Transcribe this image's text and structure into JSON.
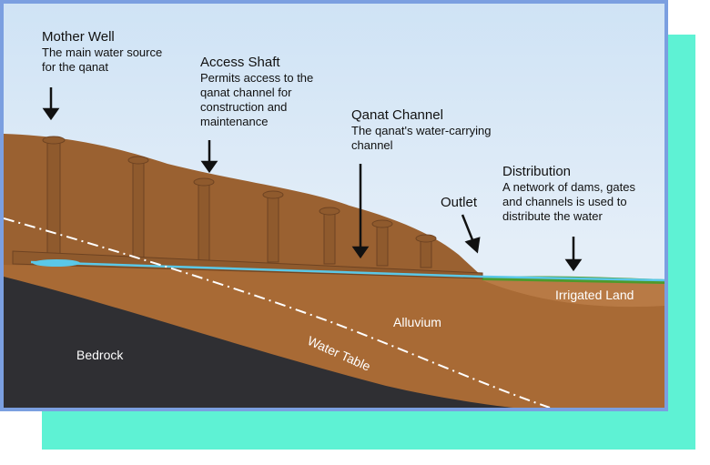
{
  "labels": {
    "mother_well": {
      "title": "Mother Well",
      "description": [
        "The main water source",
        "for the qanat"
      ]
    },
    "access_shaft": {
      "title": "Access Shaft",
      "description": [
        "Permits access to the",
        "qanat channel for",
        "construction and",
        "maintenance"
      ]
    },
    "qanat_channel": {
      "title": "Qanat Channel",
      "description": [
        "The qanat's water-carrying",
        "channel"
      ]
    },
    "outlet": {
      "title": "Outlet"
    },
    "distribution": {
      "title": "Distribution",
      "description": [
        "A network of dams, gates",
        "and channels is used to",
        "distribute the water"
      ]
    }
  },
  "terrain": {
    "irrigated_land": "Irrigated Land",
    "alluvium": "Alluvium",
    "bedrock": "Bedrock",
    "water_table": "Water Table"
  },
  "colors": {
    "frame": "#7b9fe0",
    "accent_card": "#5ef2d4",
    "sky": "#cfe3f5",
    "surface_soil": "#9a6131",
    "alluvium": "#a86a35",
    "bedrock": "#2f2f33",
    "water": "#5ac8e8",
    "grass": "#4e9a2c"
  }
}
